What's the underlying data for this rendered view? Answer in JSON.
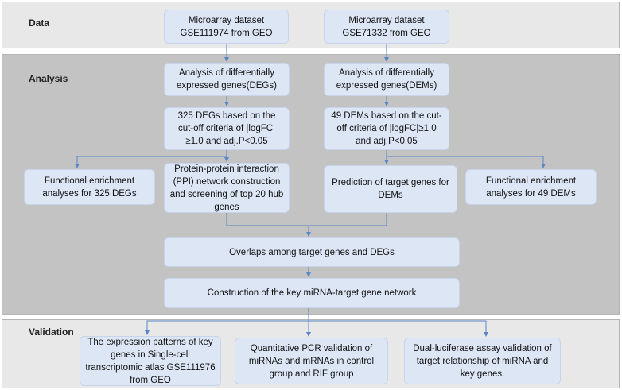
{
  "colors": {
    "box_fill": "#dde6f5",
    "arrow": "#5b86c5",
    "band_dark": "#c3c3c3",
    "band_light": "#e8e8e8"
  },
  "sections": {
    "data": "Data",
    "analysis": "Analysis",
    "validation": "Validation"
  },
  "boxes": {
    "gse111974": "Microarray dataset GSE111974 from GEO",
    "gse71332": "Microarray dataset GSE71332 from GEO",
    "degs_analysis": "Analysis of differentially expressed genes(DEGs)",
    "dems_analysis": "Analysis of differentially expressed genes(DEMs)",
    "degs_325": "325 DEGs based on the cut-off criteria of |logFC|≥1.0 and adj.P<0.05",
    "dems_49": "49 DEMs based on the cut-off criteria of |logFC|≥1.0 and adj.P<0.05",
    "func_325": "Functional enrichment analyses for 325 DEGs",
    "ppi": "Protein-protein interaction (PPI) network construction and screening of top 20 hub genes",
    "target_pred": "Prediction of target genes for DEMs",
    "func_49": "Functional enrichment analyses for 49 DEMs",
    "overlaps": "Overlaps among target genes and DEGs",
    "network": "Construction of the key miRNA-target gene network",
    "single_cell": "The expression patterns of key genes in Single-cell transcriptomic atlas GSE111976 from GEO",
    "qpcr": "Quantitative PCR validation of miRNAs and mRNAs in control group and RIF group",
    "luciferase": "Dual-luciferase assay validation of target relationship of miRNA and key genes."
  }
}
